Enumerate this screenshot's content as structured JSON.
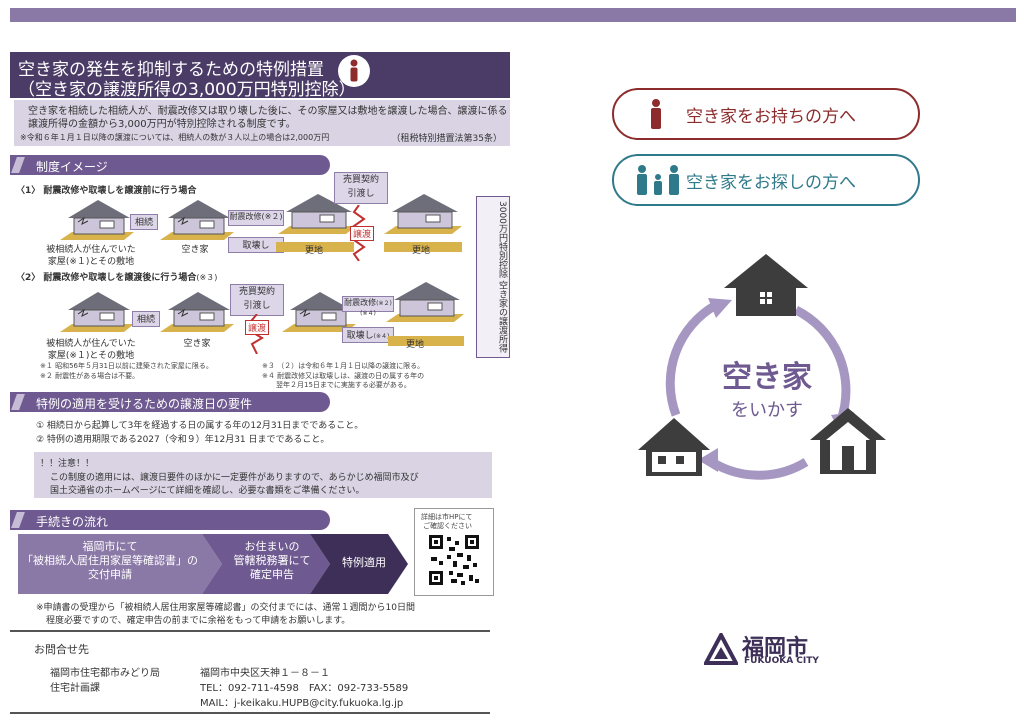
{
  "header": {
    "title_line1": "空き家の発生を抑制するための特例措置",
    "title_line2": "（空き家の譲渡所得の3,000万円特別控除）"
  },
  "intro": {
    "text": "空き家を相続した相続人が、耐震改修又は取り壊した後に、その家屋又は敷地を譲渡した場合、譲渡に係る譲渡所得の金額から3,000万円が特別控除される制度です。",
    "note": "※令和６年１月１日以降の譲渡については、相続人の数が３人以上の場合は2,000万円",
    "law": "（租税特別措置法第35条）"
  },
  "section_image": {
    "label": "制度イメージ"
  },
  "case1": {
    "title": "〈1〉 耐震改修や取壊しを譲渡前に行う場合",
    "inherit": "相続",
    "caption_left_1": "被相続人が住んでいた",
    "caption_left_2": "家屋(※１)とその敷地",
    "caption_mid": "空き家",
    "renovate": "耐震改修(※２)",
    "demolish": "取壊し",
    "sale": "売買契約",
    "handover": "引渡し",
    "transfer": "譲渡",
    "land1": "更地",
    "land2": "更地"
  },
  "case2": {
    "title": "〈2〉 耐震改修や取壊しを譲渡後に行う場合",
    "title_note": "(※３)",
    "inherit": "相続",
    "caption_left_1": "被相続人が住んでいた",
    "caption_left_2": "家屋(※１)とその敷地",
    "caption_mid": "空き家",
    "sale": "売買契約",
    "handover": "引渡し",
    "transfer": "譲渡",
    "renovate": "耐震改修",
    "renovate_note": "(※２)(※４)",
    "demolish": "取壊し",
    "demolish_note": "(※４)",
    "land": "更地"
  },
  "side_label": "3000万円特別控除 空き家の譲渡所得",
  "notes": {
    "n1": "※１ 昭和56年５月31日以前に建築された家屋に限る。",
    "n2": "※２ 耐震性がある場合は不要。",
    "n3": "※３ （２）は令和６年１月１日以降の譲渡に限る。",
    "n4a": "※４ 耐震改修又は取壊しは、譲渡の日の属する年の",
    "n4b": "翌年２月15日までに実施する必要がある。"
  },
  "section_requirements": {
    "label": "特例の適用を受けるための譲渡日の要件",
    "item1": "① 相続日から起算して3年を経過する日の属する年の12月31日までであること。",
    "item2": "② 特例の適用期限である2027（令和９）年12月31 日までであること。"
  },
  "caution": {
    "title": "！！注意！！",
    "line1": "この制度の適用には、譲渡日要件のほかに一定要件がありますので、あらかじめ福岡市及び",
    "line2": "国土交通省のホームページにて詳細を確認し、必要な書類をご準備ください。"
  },
  "section_procedure": {
    "label": "手続きの流れ",
    "step1_line1": "福岡市にて",
    "step1_line2": "「被相続人居住用家屋等確認書」の",
    "step1_line3": "交付申請",
    "step2_line1": "お住まいの",
    "step2_line2": "管轄税務署にて",
    "step2_line3": "確定申告",
    "step3": "特例適用",
    "qr_line1": "詳細は市HPにて",
    "qr_line2": "ご確認ください",
    "note1": "※申請書の受理から「被相続人居住用家屋等確認書」の交付までには、通常１週間から10日間",
    "note2": "程度必要ですので、確定申告の前までに余裕をもって申請をお願いします。"
  },
  "contact": {
    "label": "お問合せ先",
    "dept1": "福岡市住宅都市みどり局",
    "dept2": "住宅計画課",
    "address": "福岡市中央区天神１－８－１",
    "tel": "TEL：092-711-4598　FAX：092-733-5589",
    "mail": "MAIL：j-keikaku.HUPB@city.fukuoka.lg.jp"
  },
  "right_panel": {
    "owner_button": "空き家をお持ちの方へ",
    "seeker_button": "空き家をお探しの方へ",
    "cycle_main": "空き家",
    "cycle_sub": "をいかす",
    "logo_name": "福岡市",
    "logo_sub": "FUKUOKA CITY"
  },
  "colors": {
    "purple_dark": "#4b3c67",
    "purple_mid": "#6e5a90",
    "purple_light": "#d9d3e3",
    "owner_red": "#8c2c2c",
    "seeker_teal": "#2f7a8a",
    "house_gray": "#3d3d3d"
  }
}
